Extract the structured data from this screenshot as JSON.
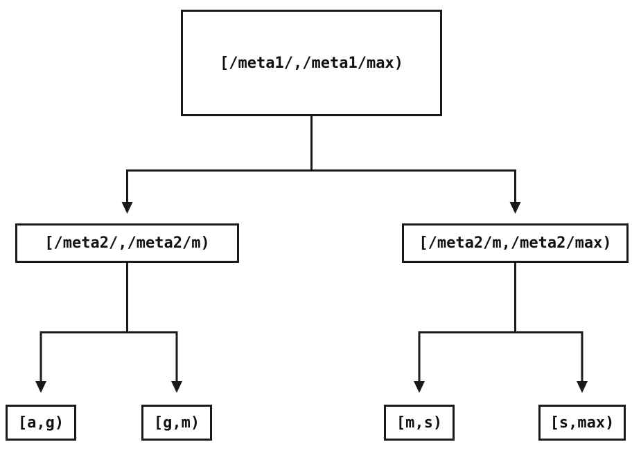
{
  "tree": {
    "root": {
      "label": "[/meta1/,/meta1/max)"
    },
    "children": [
      {
        "label": "[/meta2/,/meta2/m)",
        "children": [
          {
            "label": "[a,g)"
          },
          {
            "label": "[g,m)"
          }
        ]
      },
      {
        "label": "[/meta2/m,/meta2/max)",
        "children": [
          {
            "label": "[m,s)"
          },
          {
            "label": "[s,max)"
          }
        ]
      }
    ]
  },
  "colors": {
    "background": "#ffffff",
    "box_border": "#1a1a1a",
    "line": "#1a1a1a",
    "text": "#111111"
  }
}
